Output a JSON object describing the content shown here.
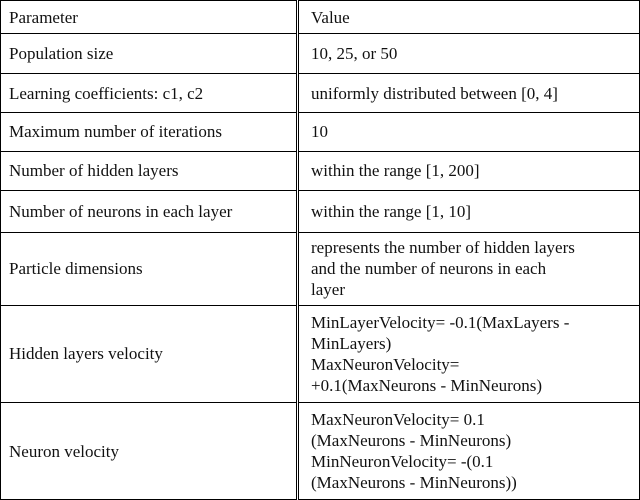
{
  "table": {
    "header": {
      "param": "Parameter",
      "value": "Value"
    },
    "rows": [
      {
        "param": "Population size",
        "value": "10, 25, or 50"
      },
      {
        "param": "Learning coefficients: c1, c2",
        "value": "uniformly distributed between [0, 4]"
      },
      {
        "param": "Maximum number of iterations",
        "value": "10"
      },
      {
        "param": "Number of hidden layers",
        "value": "within the range [1, 200]"
      },
      {
        "param": "Number of neurons in each layer",
        "value": "within the range [1, 10]"
      },
      {
        "param": "Particle dimensions",
        "value": "represents the number of hidden layers\nand the number of neurons in each\nlayer"
      },
      {
        "param": "Hidden layers velocity",
        "value": "MinLayerVelocity= -0.1(MaxLayers -\nMinLayers)\nMaxNeuronVelocity=\n+0.1(MaxNeurons - MinNeurons)"
      },
      {
        "param": "Neuron velocity",
        "value": "MaxNeuronVelocity= 0.1\n(MaxNeurons - MinNeurons)\nMinNeuronVelocity= -(0.1\n(MaxNeurons - MinNeurons))"
      }
    ]
  }
}
